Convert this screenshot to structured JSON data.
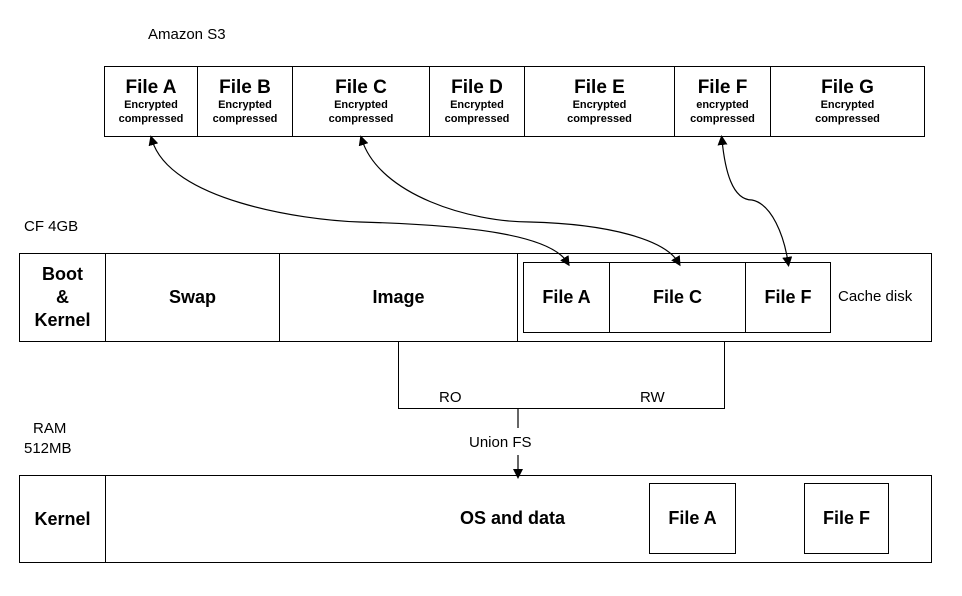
{
  "s3": {
    "label": "Amazon S3",
    "files": [
      {
        "name": "File A",
        "line1": "Encrypted",
        "line2": "compressed"
      },
      {
        "name": "File B",
        "line1": "Encrypted",
        "line2": "compressed"
      },
      {
        "name": "File C",
        "line1": "Encrypted",
        "line2": "compressed"
      },
      {
        "name": "File D",
        "line1": "Encrypted",
        "line2": "compressed"
      },
      {
        "name": "File E",
        "line1": "Encrypted",
        "line2": "compressed"
      },
      {
        "name": "File F",
        "line1": "encrypted",
        "line2": "compressed"
      },
      {
        "name": "File G",
        "line1": "Encrypted",
        "line2": "compressed"
      }
    ]
  },
  "cf": {
    "label": "CF 4GB",
    "boot_kernel": [
      "Boot",
      "&",
      "Kernel"
    ],
    "swap": "Swap",
    "image": "Image",
    "cache_label": "Cache disk",
    "cache_files": [
      "File A",
      "File C",
      "File F"
    ]
  },
  "union": {
    "ro": "RO",
    "rw": "RW",
    "label": "Union FS"
  },
  "ram": {
    "label_line1": "RAM",
    "label_line2": "512MB",
    "kernel": "Kernel",
    "os_data": "OS and data",
    "files": [
      "File A",
      "File F"
    ]
  },
  "links": [
    {
      "from": "s3.File A",
      "to": "cache.File A"
    },
    {
      "from": "s3.File C",
      "to": "cache.File C"
    },
    {
      "from": "s3.File F",
      "to": "cache.File F"
    }
  ]
}
